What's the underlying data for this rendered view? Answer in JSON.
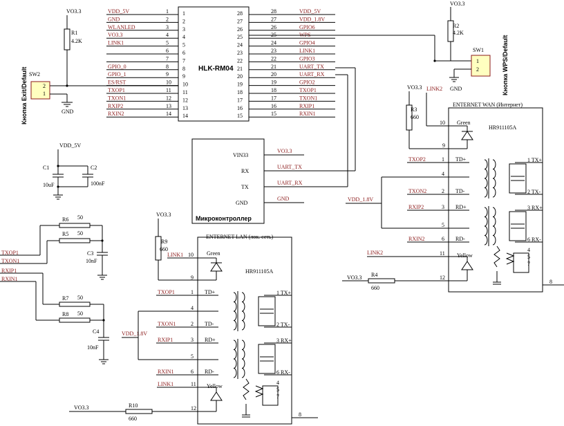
{
  "hlk": {
    "name": "HLK-RM04",
    "left_pins": [
      {
        "num": "1",
        "label": "VDD_5V"
      },
      {
        "num": "2",
        "label": "GND"
      },
      {
        "num": "3",
        "label": "WLANLED"
      },
      {
        "num": "4",
        "label": "VO3.3"
      },
      {
        "num": "5",
        "label": "LINK1"
      },
      {
        "num": "6",
        "label": ""
      },
      {
        "num": "7",
        "label": ""
      },
      {
        "num": "8",
        "label": "GPIO_0"
      },
      {
        "num": "9",
        "label": "GPIO_1"
      },
      {
        "num": "10",
        "label": "ES/RST"
      },
      {
        "num": "11",
        "label": "TXOP1"
      },
      {
        "num": "12",
        "label": "TXON1"
      },
      {
        "num": "13",
        "label": "RXIP2"
      },
      {
        "num": "14",
        "label": "RXIN2"
      }
    ],
    "right_pins": [
      {
        "num": "28",
        "label": "VDD_5V"
      },
      {
        "num": "27",
        "label": "VDD_1.8V"
      },
      {
        "num": "26",
        "label": "GPIO6"
      },
      {
        "num": "25",
        "label": "WPS"
      },
      {
        "num": "24",
        "label": "GPIO4"
      },
      {
        "num": "23",
        "label": "LINK1"
      },
      {
        "num": "22",
        "label": "GPIO3"
      },
      {
        "num": "21",
        "label": "UART_TX"
      },
      {
        "num": "20",
        "label": "UART_RX"
      },
      {
        "num": "19",
        "label": "GPIO2"
      },
      {
        "num": "18",
        "label": "TXOP1"
      },
      {
        "num": "17",
        "label": "TXON1"
      },
      {
        "num": "16",
        "label": "RXIP1"
      },
      {
        "num": "15",
        "label": "RXIN1"
      }
    ]
  },
  "mcu": {
    "title": "Микроконтроллер",
    "pins": [
      "VIN33",
      "RX",
      "TX",
      "GND"
    ],
    "nets": [
      "VO3.3",
      "UART_TX",
      "UART_RX",
      "GND"
    ]
  },
  "sw_exit": {
    "ref": "SW2",
    "label": "Кнопка Exit/Default",
    "pin1": "1",
    "pin2": "2",
    "vcc": "VO3.3",
    "res_ref": "R1",
    "res_val": "4.2K",
    "gnd": "GND"
  },
  "sw_wps": {
    "ref": "SW1",
    "label": "Кнопка WPS/Default",
    "pin1": "1",
    "pin2": "2",
    "vcc": "VO3.3",
    "res_ref": "R2",
    "res_val": "4.2K",
    "gnd": "GND"
  },
  "caps_top": {
    "net": "VDD_5V",
    "c1_ref": "C1",
    "c1_val": "10uF",
    "c2_ref": "C2",
    "c2_val": "100nF"
  },
  "lan_filter_top": {
    "r6_ref": "R6",
    "r6_val": "50",
    "r5_ref": "R5",
    "r5_val": "50",
    "c_ref": "C3",
    "c_val": "10nF",
    "net_p": "TXOP1",
    "net_n": "TXON1"
  },
  "lan_filter_bot": {
    "r7_ref": "R7",
    "r7_val": "50",
    "r8_ref": "R8",
    "r8_val": "50",
    "c_ref": "C4",
    "c_val": "10nF",
    "net_p": "RXIP1",
    "net_n": "RXIN1"
  },
  "lan": {
    "title": "ENTERNET  LAN (лок. сеть)",
    "part": "HR911105A",
    "green": "Green",
    "yellow": "Yellow",
    "r9_ref": "R9",
    "r9_val": "660",
    "r9_net": "VO3.3",
    "link_net": "LINK1",
    "vdd": "VDD_1.8V",
    "r10_ref": "R10",
    "r10_val": "660",
    "r10_net": "VO3.3",
    "ports": [
      {
        "net": "TXOP1",
        "pin": "1",
        "sig": "TD+",
        "out": "1 TX+"
      },
      {
        "net": "",
        "pin": "4",
        "sig": "",
        "out": ""
      },
      {
        "net": "TXON1",
        "pin": "2",
        "sig": "TD-",
        "out": "2 TX-"
      },
      {
        "net": "RXIP1",
        "pin": "3",
        "sig": "RD+",
        "out": "3 RX+"
      },
      {
        "net": "",
        "pin": "5",
        "sig": "",
        "out": ""
      },
      {
        "net": "RXIN1",
        "pin": "6",
        "sig": "RD-",
        "out": "6 RX-"
      }
    ],
    "pin10": "10",
    "pin9": "9",
    "pin11": "11",
    "pin12": "12",
    "pin8": "8",
    "pin4b": "4",
    "pin5b": "5",
    "pin7": "7"
  },
  "wan": {
    "title": "ENTERNET  WAN (Интернет)",
    "part": "HR911105A",
    "green": "Green",
    "yellow": "Yellow",
    "r3_ref": "R3",
    "r3_val": "660",
    "r3_net": "VO3.3",
    "link_net": "LINK2",
    "vdd": "VDD_1.8V",
    "r4_ref": "R4",
    "r4_val": "660",
    "r4_net": "VO3.3",
    "ports": [
      {
        "net": "TXOP2",
        "pin": "1",
        "sig": "TD+",
        "out": "1 TX+"
      },
      {
        "net": "",
        "pin": "4",
        "sig": "",
        "out": ""
      },
      {
        "net": "TXON2",
        "pin": "2",
        "sig": "TD-",
        "out": "2 TX-"
      },
      {
        "net": "RXIP2",
        "pin": "3",
        "sig": "RD+",
        "out": "3 RX+"
      },
      {
        "net": "",
        "pin": "5",
        "sig": "",
        "out": ""
      },
      {
        "net": "RXIN2",
        "pin": "6",
        "sig": "RD-",
        "out": "6 RX-"
      }
    ],
    "pin10": "10",
    "pin9": "9",
    "pin11": "11",
    "pin12": "12",
    "pin8": "8",
    "pin4b": "4",
    "pin5b": "5",
    "pin7": "7"
  }
}
